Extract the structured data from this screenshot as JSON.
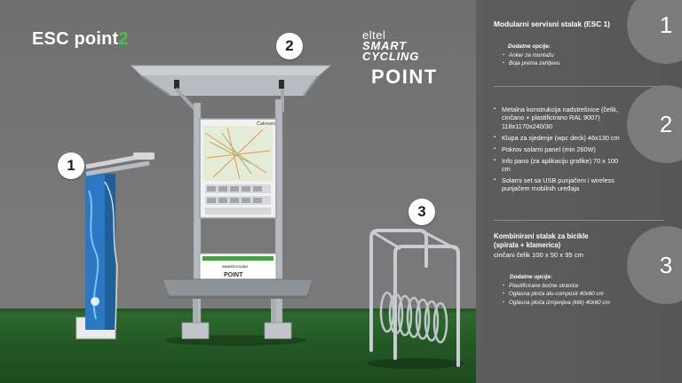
{
  "brand": {
    "name": "ESC point",
    "name_suffix": "2",
    "accent": "#3fc83f"
  },
  "eltel_logo": {
    "line1": "eltel",
    "line2": "SMART",
    "line3": "CYCLING",
    "point": "POINT"
  },
  "markers": [
    "1",
    "2",
    "3"
  ],
  "map_title": "Čakovec",
  "shelter_sign": {
    "line1": "SMART",
    "line2": "CYCLING",
    "line3": "POINT"
  },
  "panel": {
    "number1": "1",
    "title1": "Modularni servisni stalak (ESC  1)",
    "options1_title": "Dodatne opcije:",
    "options1": [
      "Anker za montažu",
      "Boja prema zahtjevu"
    ],
    "number2": "2",
    "specs2": [
      "Metalna konstrukcija nadstrešnice (čelik, cinčano + plastificirano RAL 9007) 118x1170x240/30",
      "Klupa za sjedenje (wpc deck) 46x130 cm",
      "Pokrov solarni panel (min 260W)",
      "Info pano (za aplikaciju grafike) 70 x 100 cm",
      "Solarni set sa USB punjačem i wireless punjačem mobilnih uređaja"
    ],
    "number3": "3",
    "title3_line1": "Kombinirani stalak za bicikle",
    "title3_line2": "(spirala + klamerica)",
    "subtitle3": "cinčani čelik 100 x 50 x 95 cm",
    "options3_title": "Dodatne opcije:",
    "options3": [
      "Plastificirane bočne stranice",
      "Oglasna ploča alu-composit  40x60 cm",
      "Oglasna ploča  izmjenjiva (klik)  40x60 cm"
    ]
  }
}
